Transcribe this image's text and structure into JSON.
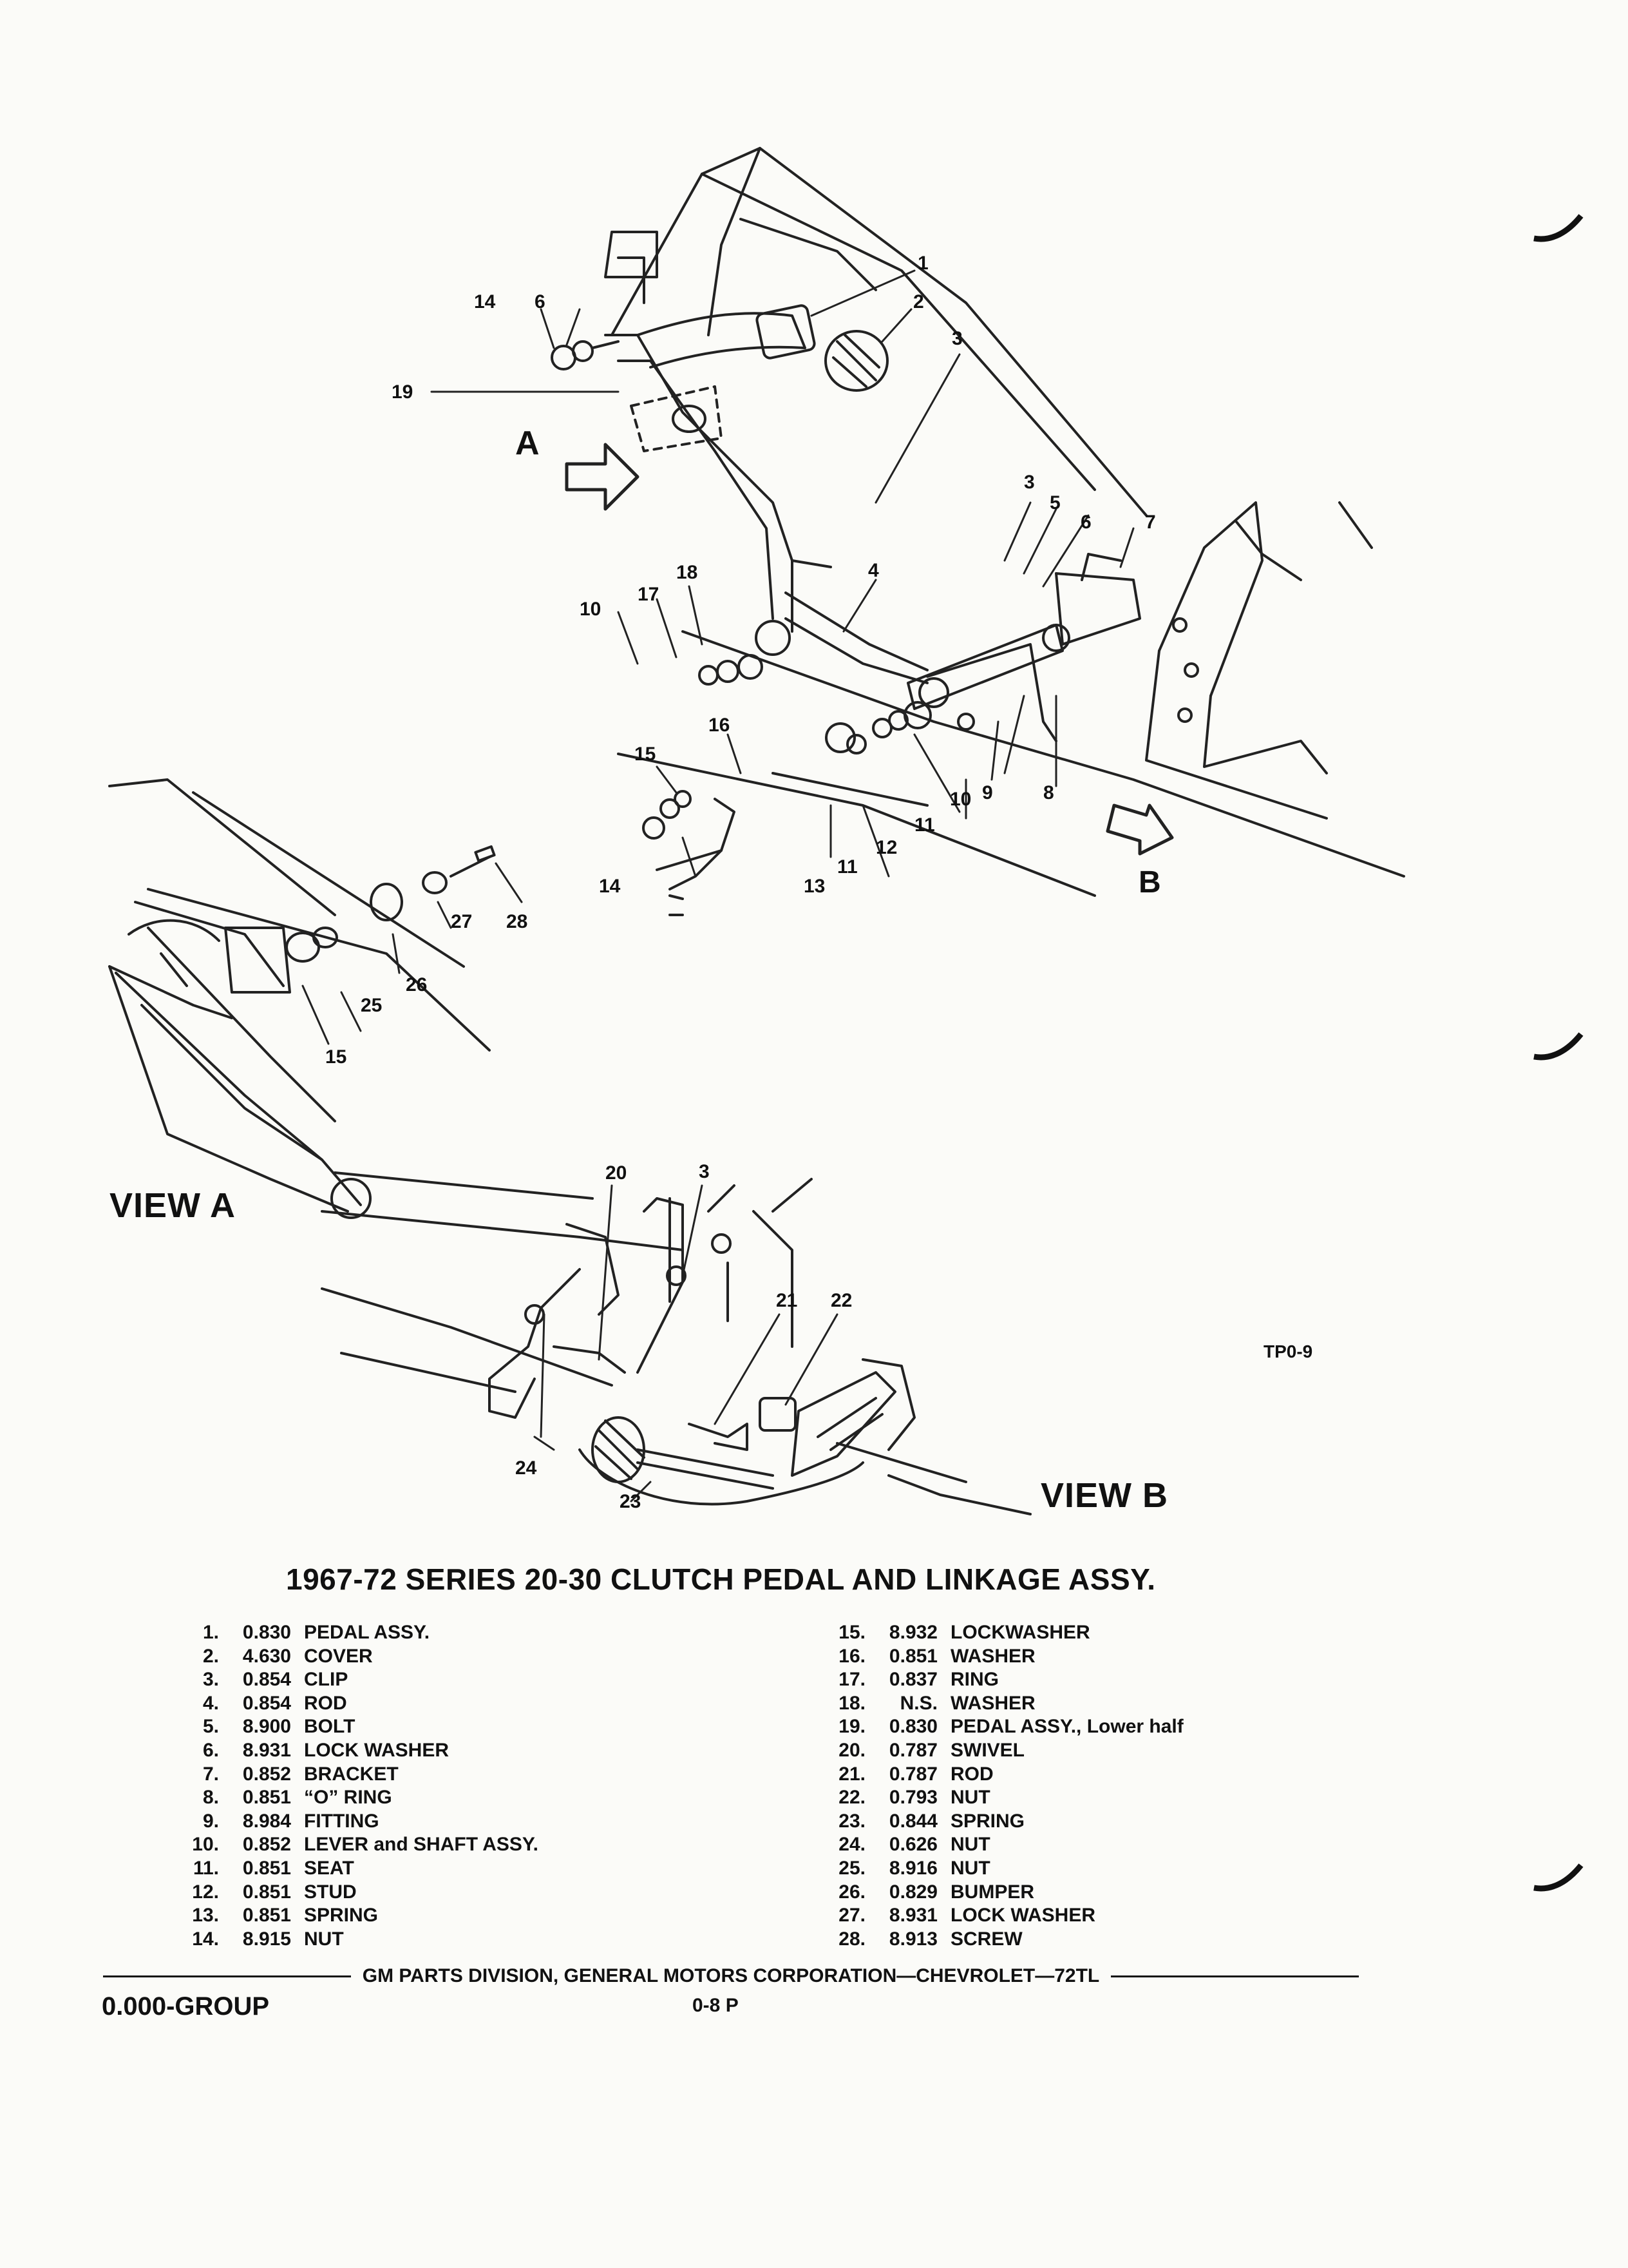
{
  "diagram": {
    "view_a_label": "VIEW A",
    "view_b_label": "VIEW B",
    "arrow_a": "A",
    "arrow_b": "B",
    "figure_code": "TP0-9",
    "callouts": [
      "1",
      "2",
      "3",
      "3",
      "3",
      "4",
      "5",
      "6",
      "6",
      "7",
      "8",
      "9",
      "10",
      "10",
      "11",
      "11",
      "12",
      "13",
      "14",
      "14",
      "15",
      "15",
      "16",
      "17",
      "18",
      "19",
      "20",
      "21",
      "22",
      "23",
      "24",
      "25",
      "26",
      "27",
      "28"
    ]
  },
  "title": "1967-72 SERIES 20-30 CLUTCH PEDAL AND LINKAGE ASSY.",
  "parts_left": [
    {
      "num": "1.",
      "price": "0.830",
      "name": "PEDAL ASSY."
    },
    {
      "num": "2.",
      "price": "4.630",
      "name": "COVER"
    },
    {
      "num": "3.",
      "price": "0.854",
      "name": "CLIP"
    },
    {
      "num": "4.",
      "price": "0.854",
      "name": "ROD"
    },
    {
      "num": "5.",
      "price": "8.900",
      "name": "BOLT"
    },
    {
      "num": "6.",
      "price": "8.931",
      "name": "LOCK WASHER"
    },
    {
      "num": "7.",
      "price": "0.852",
      "name": "BRACKET"
    },
    {
      "num": "8.",
      "price": "0.851",
      "name": "“O” RING"
    },
    {
      "num": "9.",
      "price": "8.984",
      "name": "FITTING"
    },
    {
      "num": "10.",
      "price": "0.852",
      "name": "LEVER and SHAFT ASSY."
    },
    {
      "num": "11.",
      "price": "0.851",
      "name": "SEAT"
    },
    {
      "num": "12.",
      "price": "0.851",
      "name": "STUD"
    },
    {
      "num": "13.",
      "price": "0.851",
      "name": "SPRING"
    },
    {
      "num": "14.",
      "price": "8.915",
      "name": "NUT"
    }
  ],
  "parts_right": [
    {
      "num": "15.",
      "price": "8.932",
      "name": "LOCKWASHER"
    },
    {
      "num": "16.",
      "price": "0.851",
      "name": "WASHER"
    },
    {
      "num": "17.",
      "price": "0.837",
      "name": "RING"
    },
    {
      "num": "18.",
      "price": "N.S.",
      "name": "WASHER"
    },
    {
      "num": "19.",
      "price": "0.830",
      "name": "PEDAL ASSY., Lower half"
    },
    {
      "num": "20.",
      "price": "0.787",
      "name": "SWIVEL"
    },
    {
      "num": "21.",
      "price": "0.787",
      "name": "ROD"
    },
    {
      "num": "22.",
      "price": "0.793",
      "name": "NUT"
    },
    {
      "num": "23.",
      "price": "0.844",
      "name": "SPRING"
    },
    {
      "num": "24.",
      "price": "0.626",
      "name": "NUT"
    },
    {
      "num": "25.",
      "price": "8.916",
      "name": "NUT"
    },
    {
      "num": "26.",
      "price": "0.829",
      "name": "BUMPER"
    },
    {
      "num": "27.",
      "price": "8.931",
      "name": "LOCK WASHER"
    },
    {
      "num": "28.",
      "price": "8.913",
      "name": "SCREW"
    }
  ],
  "footer": {
    "text": "GM PARTS DIVISION, GENERAL MOTORS CORPORATION—CHEVROLET—72TL",
    "group": "0.000-GROUP",
    "page": "0-8 P"
  }
}
